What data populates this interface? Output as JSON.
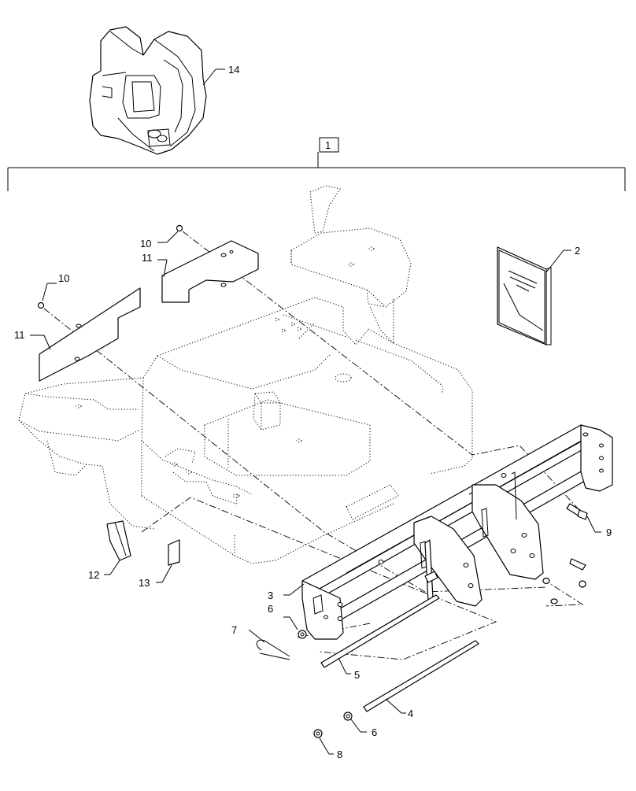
{
  "callouts": {
    "c1": "1",
    "c2": "2",
    "c3": "3",
    "c4": "4",
    "c5": "5",
    "c6a": "6",
    "c6b": "6",
    "c7": "7",
    "c8": "8",
    "c9": "9",
    "c10a": "10",
    "c10b": "10",
    "c11a": "11",
    "c11b": "11",
    "c12": "12",
    "c13": "13",
    "c14": "14"
  }
}
